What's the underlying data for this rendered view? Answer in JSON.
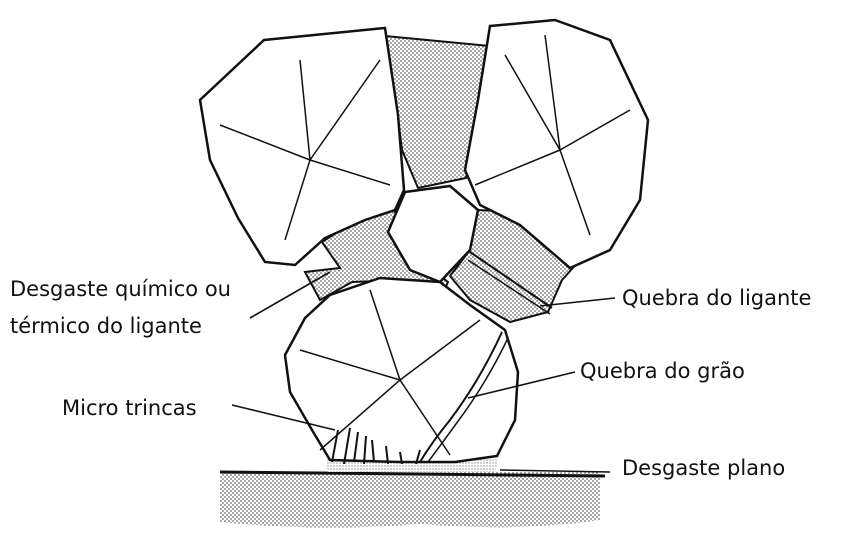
{
  "labels": {
    "chemical_wear_line1": "Desgaste químico ou",
    "chemical_wear_line2": "térmico do ligante",
    "bond_fracture": "Quebra do ligante",
    "grain_fracture": "Quebra do grão",
    "micro_cracks": "Micro trincas",
    "flat_wear": "Desgaste plano"
  },
  "colors": {
    "ink": "#111111",
    "bond_fill": "#b3b3b3",
    "workpiece_fill": "#cfcfcf",
    "background": "#ffffff"
  }
}
